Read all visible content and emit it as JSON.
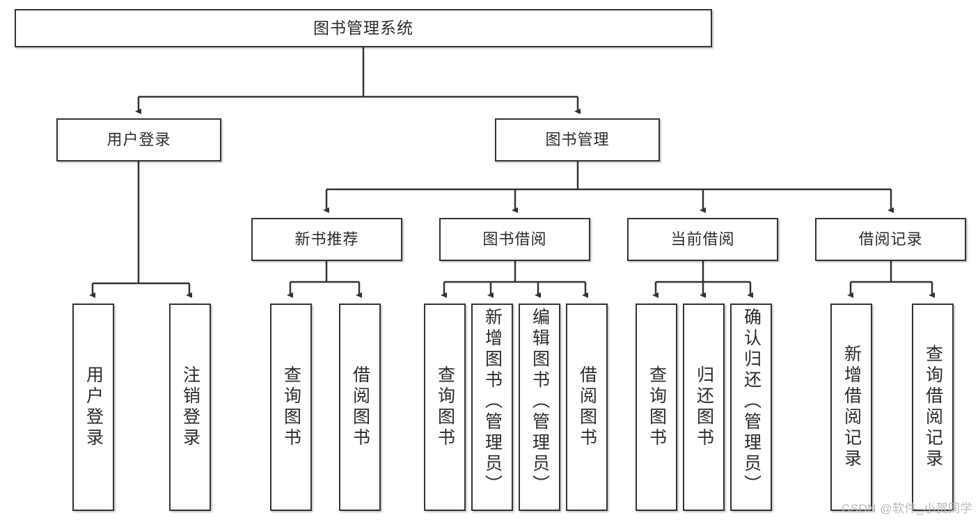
{
  "diagram": {
    "title": "图书管理系统",
    "type": "tree",
    "watermark": "CSDN @软件_小贺同学",
    "colors": {
      "box_border": "#333333",
      "box_fill": "#ffffff",
      "connector": "#333333",
      "text": "#2b2b2b",
      "watermark": "#b8b8b8"
    },
    "root": {
      "label": "图书管理系统"
    },
    "level2": [
      {
        "label": "用户登录"
      },
      {
        "label": "图书管理"
      }
    ],
    "level3": [
      {
        "label": "新书推荐"
      },
      {
        "label": "图书借阅"
      },
      {
        "label": "当前借阅"
      },
      {
        "label": "借阅记录"
      }
    ],
    "leaves": {
      "user_login": [
        {
          "label": "用户登录"
        },
        {
          "label": "注销登录"
        }
      ],
      "new_book_recommend": [
        {
          "label": "查询图书"
        },
        {
          "label": "借阅图书"
        }
      ],
      "book_borrow": [
        {
          "label": "查询图书"
        },
        {
          "label": "新增图书（管理员）"
        },
        {
          "label": "编辑图书（管理员）"
        },
        {
          "label": "借阅图书"
        }
      ],
      "current_borrow": [
        {
          "label": "查询图书"
        },
        {
          "label": "归还图书"
        },
        {
          "label": "确认归还（管理员）"
        }
      ],
      "borrow_record": [
        {
          "label": "新增借阅记录"
        },
        {
          "label": "查询借阅记录"
        }
      ]
    }
  }
}
